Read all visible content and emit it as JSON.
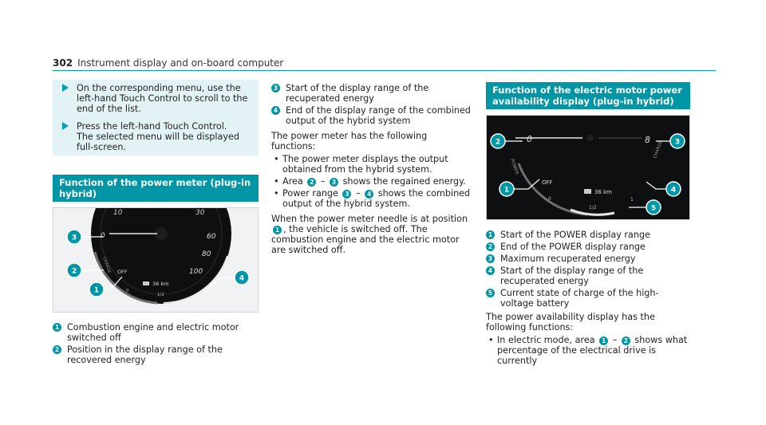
{
  "header": {
    "page_number": "302",
    "title": "Instrument display and on-board computer"
  },
  "col1": {
    "steps": [
      "On the corresponding menu, use the left-hand Touch Control to scroll to the end of the list.",
      "Press the left-hand Touch Control.",
      "The selected menu will be displayed full-screen."
    ],
    "section_title": "Function of the power meter (plug-in hybrid)",
    "gauge": {
      "ticks": [
        "10",
        "30",
        "0",
        "60",
        "80",
        "100"
      ],
      "off": "OFF",
      "charge": "CHARGE",
      "half": "1/2",
      "zero": "0",
      "range": "36 km",
      "callouts": [
        "3",
        "2",
        "1",
        "4"
      ]
    },
    "legend": [
      {
        "n": "1",
        "text": "Combustion engine and electric motor switched off"
      },
      {
        "n": "2",
        "text": "Position in the display range of the recovered energy"
      }
    ]
  },
  "col2": {
    "legend": [
      {
        "n": "3",
        "text": "Start of the display range of the recuperated energy"
      },
      {
        "n": "4",
        "text": "End of the display range of the combined output of the hybrid system"
      }
    ],
    "intro": "The power meter has the following functions:",
    "bullets": [
      "The power meter displays the output obtained from the hybrid system.",
      {
        "pre": "Area",
        "a": "2",
        "dash": "–",
        "b": "3",
        "post": "shows the regained energy."
      },
      {
        "pre": "Power range",
        "a": "3",
        "dash": "–",
        "b": "4",
        "post": "shows the combined output of the hybrid system."
      }
    ],
    "para_pre": "When the power meter needle is at position",
    "para_badge": "1",
    "para_post": ", the vehicle is switched off. The combustion engine and the electric motor are switched off."
  },
  "col3": {
    "section_title": "Function of the electric motor power availability display (plug-in hybrid)",
    "gauge": {
      "zero": "0",
      "eight": "8",
      "power": "POWER",
      "off": "OFF",
      "charge": "CHARGE",
      "half": "1/2",
      "bottom_zero": "0",
      "one": "1",
      "range": "36 km",
      "callouts": [
        "2",
        "3",
        "1",
        "4",
        "5"
      ]
    },
    "legend": [
      {
        "n": "1",
        "text": "Start of the POWER display range"
      },
      {
        "n": "2",
        "text": "End of the POWER display range"
      },
      {
        "n": "3",
        "text": "Maximum recuperated energy"
      },
      {
        "n": "4",
        "text": "Start of the display range of the recuperated energy"
      },
      {
        "n": "5",
        "text": "Current state of charge of the high-voltage battery"
      }
    ],
    "intro": "The power availability display has the following functions:",
    "bullet": {
      "pre": "In electric mode, area",
      "a": "1",
      "dash": "–",
      "b": "2",
      "post": "shows what percentage of the electrical drive is currently"
    }
  },
  "colors": {
    "accent": "#0096a6",
    "step_bg": "#e3f2f4"
  }
}
